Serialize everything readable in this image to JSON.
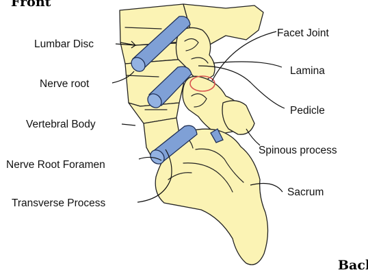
{
  "orientation": {
    "front": "Front",
    "back": "Back"
  },
  "labels": {
    "lumbar_disc": "Lumbar Disc",
    "nerve_root": "Nerve root",
    "vertebral_body": "Vertebral Body",
    "nerve_root_foramen": "Nerve Root Foramen",
    "transverse_process": "Transverse Process",
    "facet_joint": "Facet Joint",
    "lamina": "Lamina",
    "pedicle": "Pedicle",
    "spinous_process": "Spinous process",
    "sacrum": "Sacrum"
  },
  "colors": {
    "bone": "#fbf3b4",
    "nerve": "#7fa0d6",
    "facet_circle": "#d9534f",
    "outline": "#222222"
  }
}
